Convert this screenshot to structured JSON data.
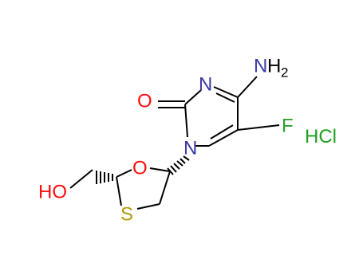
{
  "atoms": {
    "oxygen_carbonyl": "O",
    "nitrogen_ring": "N",
    "amine_n": "N",
    "amine_h": "H",
    "amine_count": "2",
    "fluorine": "F",
    "nitrogen_glycosidic": "N",
    "oxygen_ring": "O",
    "sulfur": "S",
    "hydroxyl": "HO"
  },
  "salt": "HCl",
  "colors": {
    "bond": "#000000",
    "oxygen": "#ff0d0d",
    "nitrogen": "#3a3aa8",
    "fluorine": "#2f9e2f",
    "sulfur": "#b59a0a",
    "chlorine": "#1ea01e",
    "hydrogen": "#000000"
  }
}
